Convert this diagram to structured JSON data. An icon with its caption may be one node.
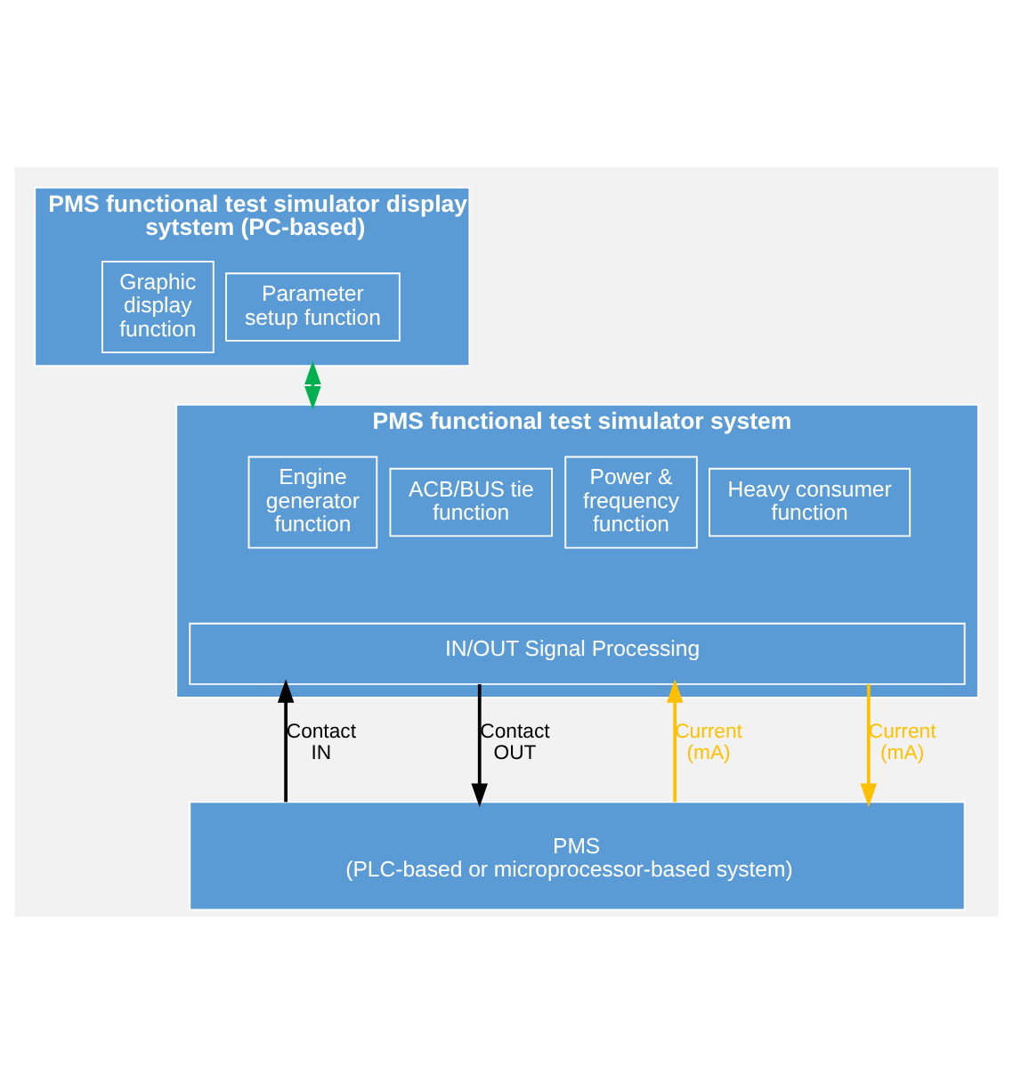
{
  "diagram": {
    "nodes": [
      {
        "text": [
          "PMS functional test simulator display sytstem (PC-based)"
        ]
      },
      {
        "text": [
          "Graphic display function"
        ],
        "in": 0
      },
      {
        "text": [
          "Parameter setup function"
        ],
        "in": 0
      },
      {
        "text": [
          "PMS functional test simulator system"
        ]
      },
      {
        "text": [
          "Engine generator function"
        ],
        "in": 3
      },
      {
        "text": [
          "ACB/BUS tie function"
        ],
        "in": 3
      },
      {
        "text": [
          "Power & frequency function"
        ],
        "in": 3
      },
      {
        "text": [
          "Heavy consumer function"
        ],
        "in": 3
      },
      {
        "text": [
          "IN/OUT Signal Processing"
        ],
        "in": 3
      },
      {
        "text": [
          "PMS",
          "(PLC-based or microprocessor-based system)"
        ]
      }
    ],
    "edges": [
      {
        "from": 0,
        "to": 3,
        "arrow": "both",
        "color": "#00b050"
      },
      {
        "from": 9,
        "to": 8,
        "arrow": "to",
        "label": "Contact IN",
        "color": "#000000"
      },
      {
        "from": 8,
        "to": 9,
        "arrow": "to",
        "label": "Contact OUT",
        "color": "#000000"
      },
      {
        "from": 9,
        "to": 8,
        "arrow": "to",
        "label": "Current (mA)",
        "color": "#ffc000"
      },
      {
        "from": 8,
        "to": 9,
        "arrow": "to",
        "label": "Current (mA)",
        "color": "#ffc000"
      }
    ]
  }
}
